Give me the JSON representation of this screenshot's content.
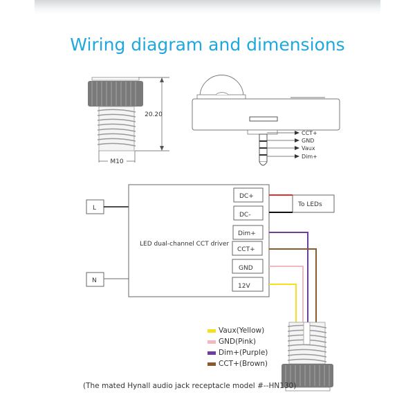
{
  "header": {
    "title": "Wiring diagram and dimensions"
  },
  "dimensions": {
    "height_label": "20.20",
    "thread_label": "M10"
  },
  "jack_pins": [
    "CCT+",
    "GND",
    "Vaux",
    "Dim+"
  ],
  "driver": {
    "label": "LED dual-channel CCT driver",
    "terminals": [
      "DC+",
      "DC-",
      "Dim+",
      "CCT+",
      "GND",
      "12V"
    ]
  },
  "inputs": {
    "line": "L",
    "neutral": "N"
  },
  "output_box": "To LEDs",
  "wire_colors": {
    "dc_plus": "#e03030",
    "dc_minus": "#111111",
    "dim": "#6a3fa0",
    "cct": "#8b5a2b",
    "gnd": "#f2b8c0",
    "vaux": "#f5e020"
  },
  "legend": [
    {
      "label": "Vaux(Yellow)",
      "color": "#f5e020"
    },
    {
      "label": "GND(Pink)",
      "color": "#f2b8c0"
    },
    {
      "label": "Dim+(Purple)",
      "color": "#6a3fa0"
    },
    {
      "label": "CCT+(Brown)",
      "color": "#8b5a2b"
    }
  ],
  "caption": "(The mated Hynall audio jack receptacle model #--HN130)"
}
